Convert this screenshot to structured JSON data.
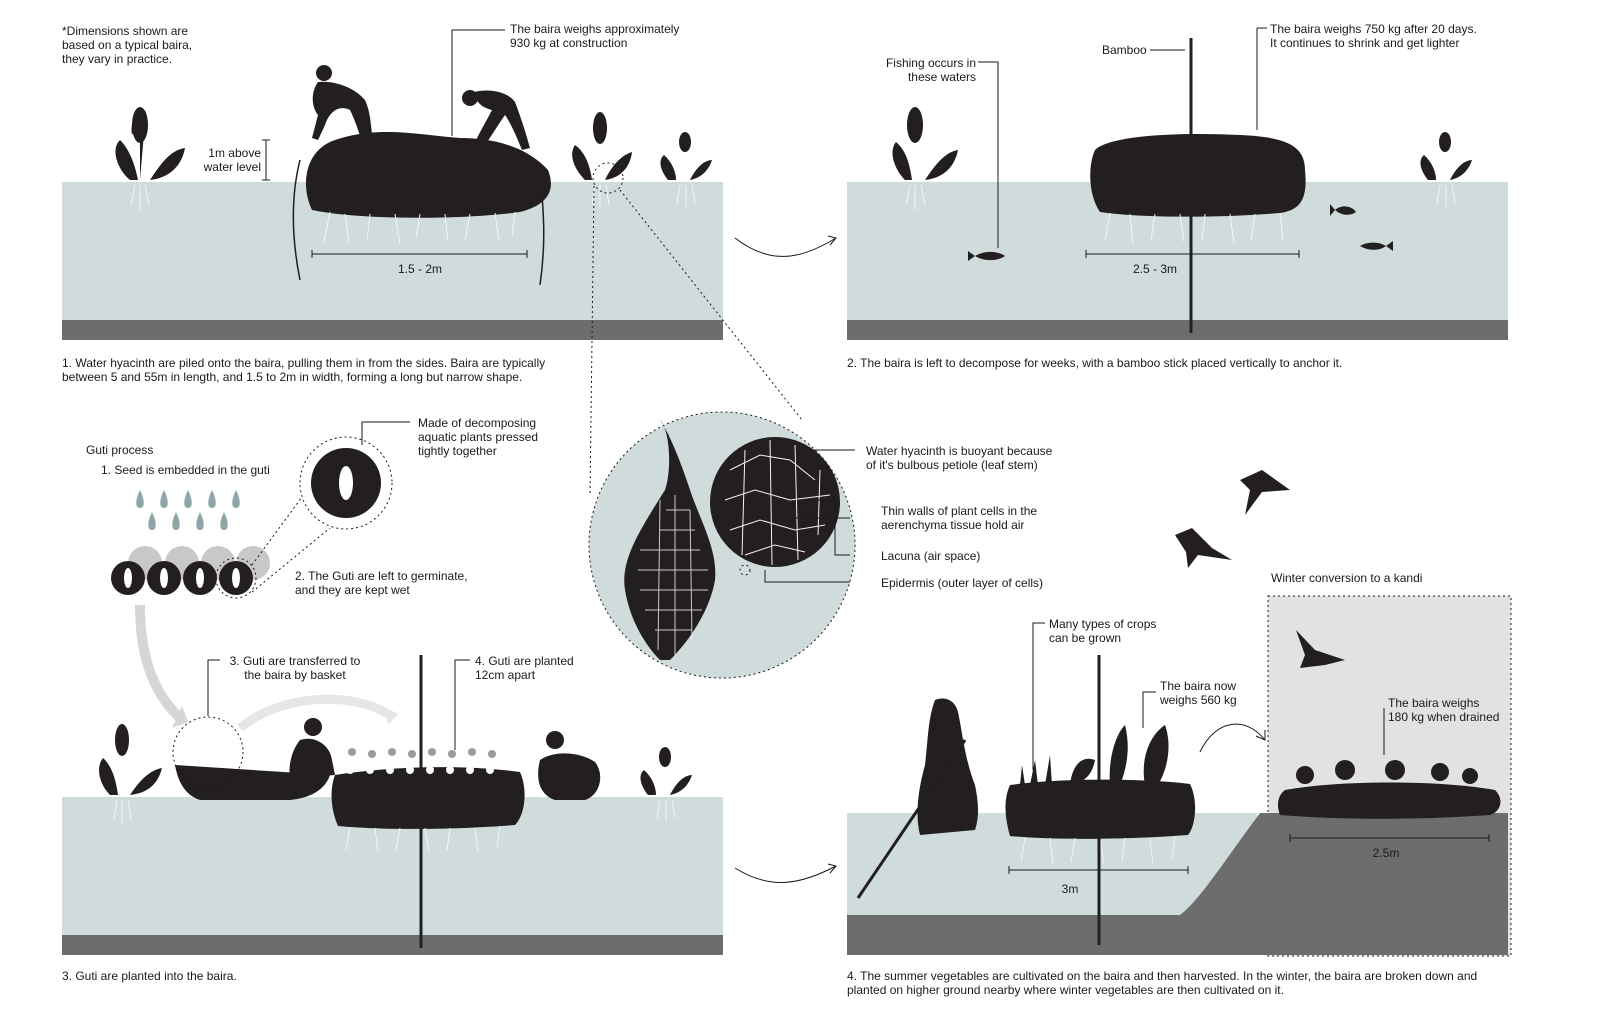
{
  "colors": {
    "water": "#cfdcdb",
    "ground": "#6d6d6d",
    "dark": "#231f20",
    "winter_bg": "#e2e2e2"
  },
  "panel1": {
    "note": "*Dimensions shown are\nbased on a typical baira,\nthey vary in practice.",
    "weight": "The baira weighs approximately\n930 kg at construction",
    "height_label": "1m above\nwater level",
    "width_label": "1.5 - 2m",
    "caption": "1. Water hyacinth are piled onto the baira, pulling them in from the sides.  Baira are typically\nbetween 5 and 55m in length, and 1.5 to 2m in width, forming a long but narrow shape."
  },
  "panel2": {
    "bamboo": "Bamboo",
    "fishing": "Fishing occurs in\nthese waters",
    "weight": "The baira weighs 750 kg after 20 days.\nIt continues to shrink and get lighter",
    "width_label": "2.5 - 3m",
    "caption": "2. The baira is left to decompose for weeks, with a bamboo stick placed vertically to anchor it."
  },
  "guti": {
    "title": "Guti process",
    "step1": "1. Seed is embedded in the guti",
    "made_of": "Made of decomposing\naquatic plants pressed\ntightly together",
    "step2": "2. The Guti are left to germinate,\nand they are kept wet"
  },
  "hyacinth": {
    "buoyant": "Water hyacinth is buoyant because\nof it's bulbous petiole (leaf stem)",
    "thin_walls": "Thin walls of plant cells in the\naerenchyma tissue hold air",
    "lacuna": "Lacuna (air space)",
    "epidermis": "Epidermis (outer layer of cells)"
  },
  "panel3": {
    "step3": "3. Guti are transferred to\nthe baira by basket",
    "step4": "4. Guti are planted\n12cm apart",
    "caption": "3. Guti are planted into the baira."
  },
  "panel4": {
    "winter_title": "Winter conversion to a kandi",
    "crops": "Many types of crops\ncan be grown",
    "weight_now": "The baira now\nweighs 560 kg",
    "weight_drained": "The baira weighs\n180 kg when drained",
    "width_label": "3m",
    "width_winter": "2.5m",
    "caption": "4. The summer vegetables are cultivated on the baira and then harvested. In the winter, the baira are broken down and\nplanted on higher ground nearby where winter vegetables are then cultivated on it."
  }
}
